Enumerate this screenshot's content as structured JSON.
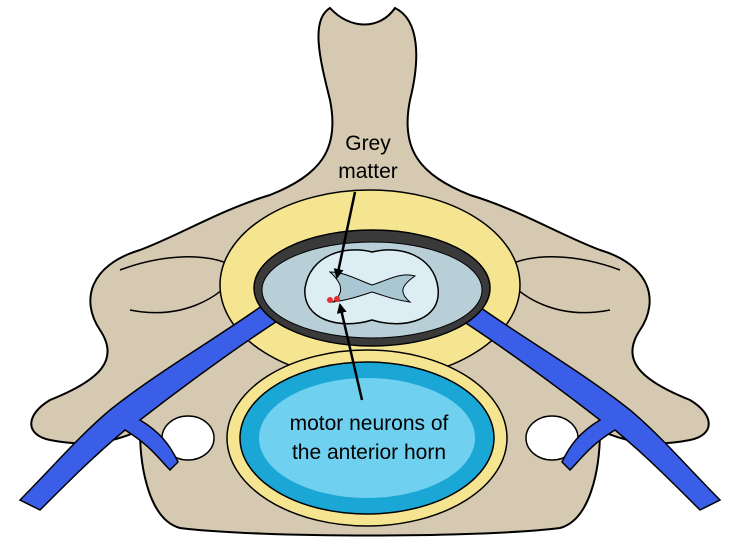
{
  "labels": {
    "grey_matter_line1": "Grey",
    "grey_matter_line2": "matter",
    "motor_line1": "motor neurons of",
    "motor_line2": "the anterior horn"
  },
  "colors": {
    "bone": "#d6c9b1",
    "outline": "#000000",
    "fat": "#f5e590",
    "meninges": "#3a3a3a",
    "cord": "#dceef3",
    "grey_matter": "#a9c7d3",
    "nerve": "#3a5ee8",
    "disc_ring": "#f5e590",
    "disc_outer": "#1aa7d6",
    "disc_inner": "#6fd0ef",
    "neurons": "#e03030",
    "foramen": "#ffffff"
  },
  "icons": {
    "arrow_up": "arrow-icon",
    "arrow_down": "arrow-icon"
  }
}
